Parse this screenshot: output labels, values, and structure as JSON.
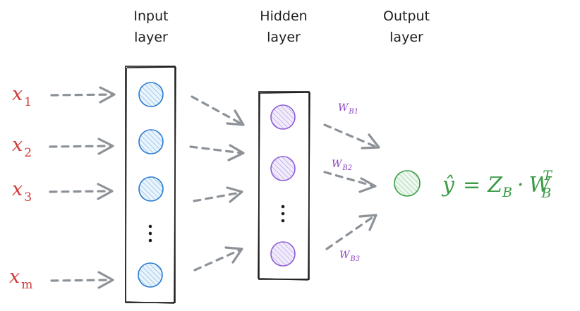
{
  "layers": {
    "input_title_line1": "Input",
    "input_title_line2": "layer",
    "hidden_title_line1": "Hidden",
    "hidden_title_line2": "layer",
    "output_title_line1": "Output",
    "output_title_line2": "layer"
  },
  "inputs": [
    {
      "var": "x",
      "sub": "1"
    },
    {
      "var": "x",
      "sub": "2"
    },
    {
      "var": "x",
      "sub": "3"
    },
    {
      "var": "x",
      "sub": "m"
    }
  ],
  "weights": [
    {
      "var": "W",
      "sub": "B1"
    },
    {
      "var": "W",
      "sub": "B2"
    },
    {
      "var": "W",
      "sub": "B3"
    }
  ],
  "equation": {
    "lhs": "ŷ",
    "equals": "=",
    "z": "Z",
    "z_sub": "B",
    "dot": "·",
    "w": "W",
    "w_sub": "B",
    "w_sup": "T"
  },
  "colors": {
    "input_text": "#d03a3a",
    "input_node": "#2b7bd0",
    "hidden_node": "#8e5cd8",
    "output_node": "#3a9a45",
    "arrow": "#8c9298",
    "weight_text": "#8e44c0"
  }
}
